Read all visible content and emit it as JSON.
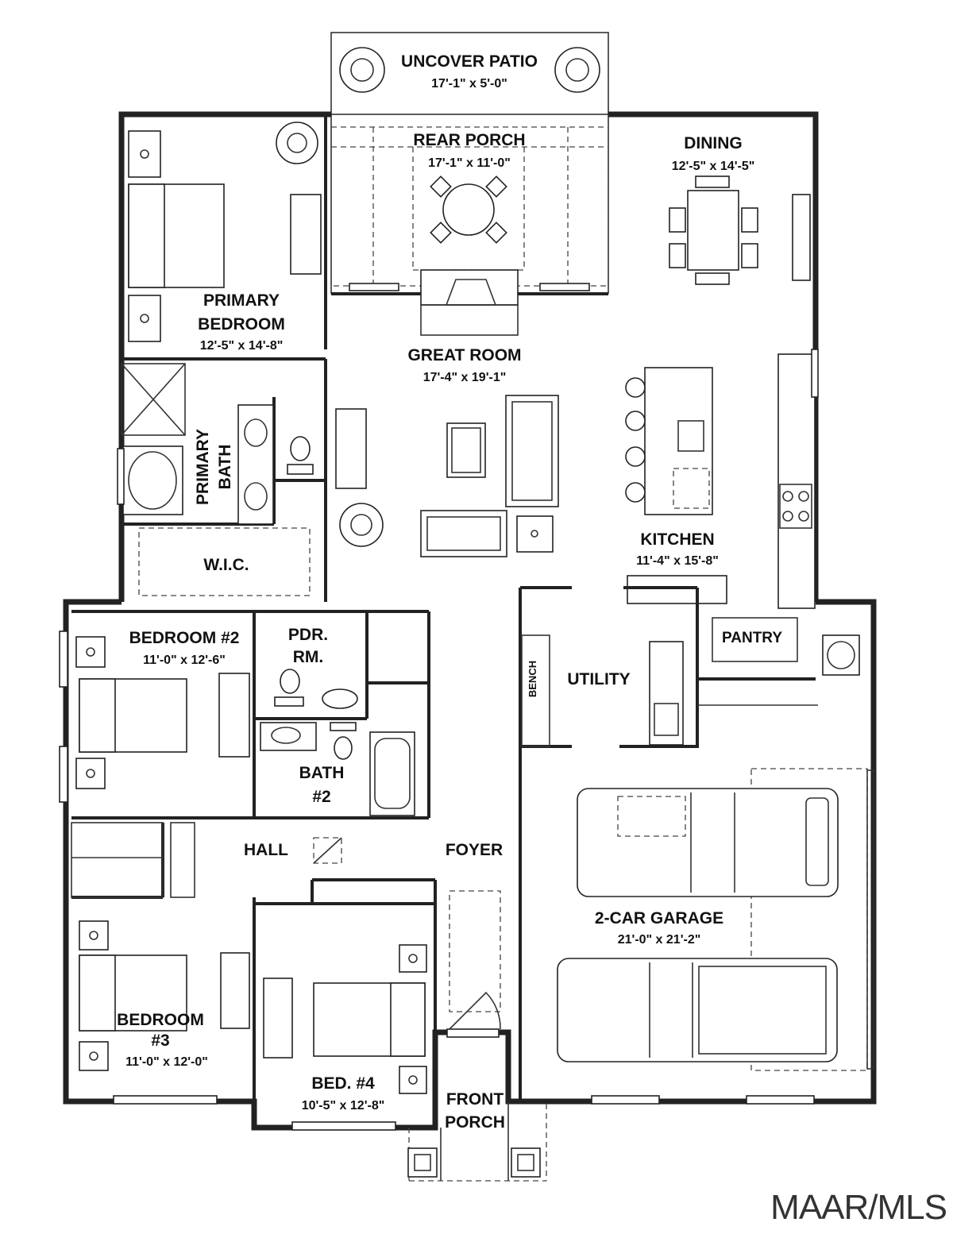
{
  "rooms": {
    "uncover_patio": {
      "name": "UNCOVER PATIO",
      "dim": "17'-1\" x 5'-0\""
    },
    "rear_porch": {
      "name": "REAR PORCH",
      "dim": "17'-1\" x 11'-0\""
    },
    "dining": {
      "name": "DINING",
      "dim": "12'-5\" x 14'-5\""
    },
    "primary_bedroom": {
      "name_line1": "PRIMARY",
      "name_line2": "BEDROOM",
      "dim": "12'-5\" x 14'-8\""
    },
    "great_room": {
      "name": "GREAT ROOM",
      "dim": "17'-4\" x 19'-1\""
    },
    "primary_bath": {
      "name_line1": "PRIMARY",
      "name_line2": "BATH"
    },
    "wic": {
      "name": "W.I.C."
    },
    "kitchen": {
      "name": "KITCHEN",
      "dim": "11'-4\" x 15'-8\""
    },
    "pantry": {
      "name": "PANTRY"
    },
    "bedroom2": {
      "name": "BEDROOM #2",
      "dim": "11'-0\" x 12'-6\""
    },
    "pdr_rm": {
      "name_line1": "PDR.",
      "name_line2": "RM."
    },
    "utility": {
      "name": "UTILITY"
    },
    "bench": {
      "name": "BENCH"
    },
    "bath2": {
      "name_line1": "BATH",
      "name_line2": "#2"
    },
    "hall": {
      "name": "HALL"
    },
    "foyer": {
      "name": "FOYER"
    },
    "garage": {
      "name": "2-CAR GARAGE",
      "dim": "21'-0\" x 21'-2\""
    },
    "bedroom3": {
      "name_line1": "BEDROOM",
      "name_line2": "#3",
      "dim": "11'-0\" x 12'-0\""
    },
    "bed4": {
      "name": "BED. #4",
      "dim": "10'-5\" x 12'-8\""
    },
    "front_porch": {
      "name_line1": "FRONT",
      "name_line2": "PORCH"
    }
  },
  "watermark": "MAAR/MLS"
}
